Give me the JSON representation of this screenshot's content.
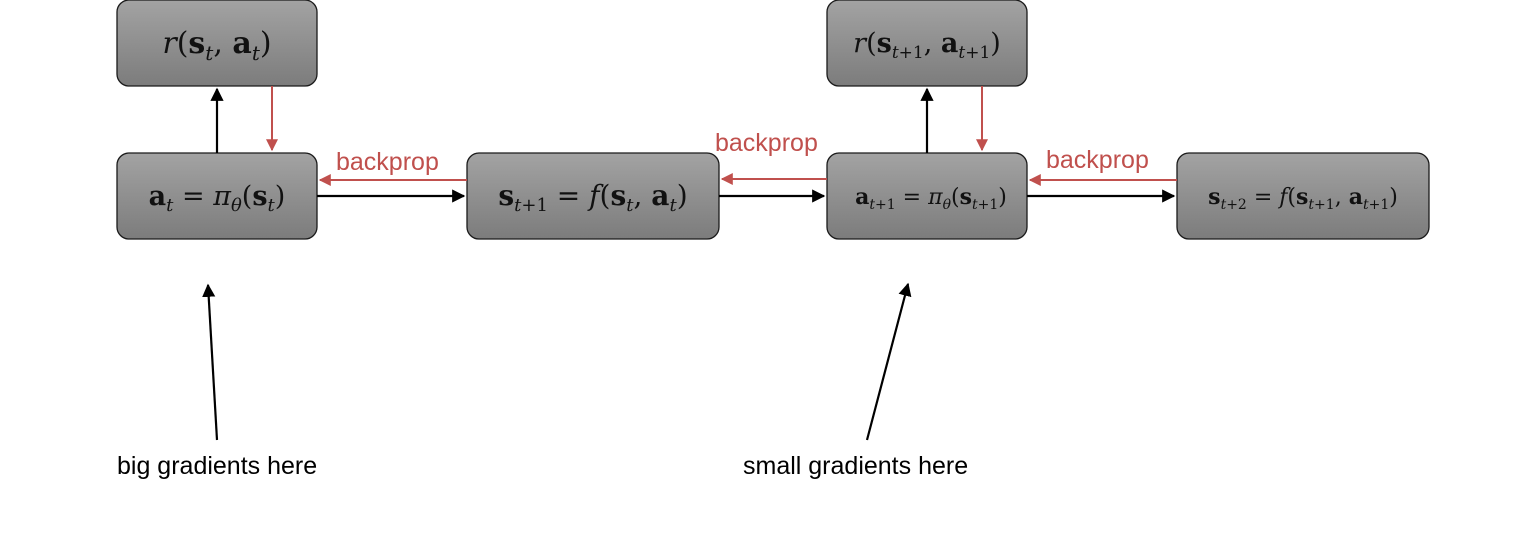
{
  "nodes": {
    "reward_t": "r(sₜ, aₜ)",
    "policy_t": "aₜ = πθ(sₜ)",
    "dynamics_t1": "sₜ₊₁ = f(sₜ, aₜ)",
    "reward_t1": "r(sₜ₊₁, aₜ₊₁)",
    "policy_t1": "aₜ₊₁ = πθ(sₜ₊₁)",
    "dynamics_t2": "sₜ₊₂ = f(sₜ₊₁, aₜ₊₁)"
  },
  "backprop_labels": [
    "backprop",
    "backprop",
    "backprop"
  ],
  "annotations": {
    "big": "big gradients here",
    "small": "small gradients here"
  },
  "colors": {
    "box_top": "#a3a3a3",
    "box_bottom": "#7c7c7c",
    "backprop": "#c0504d",
    "forward": "#000000"
  }
}
